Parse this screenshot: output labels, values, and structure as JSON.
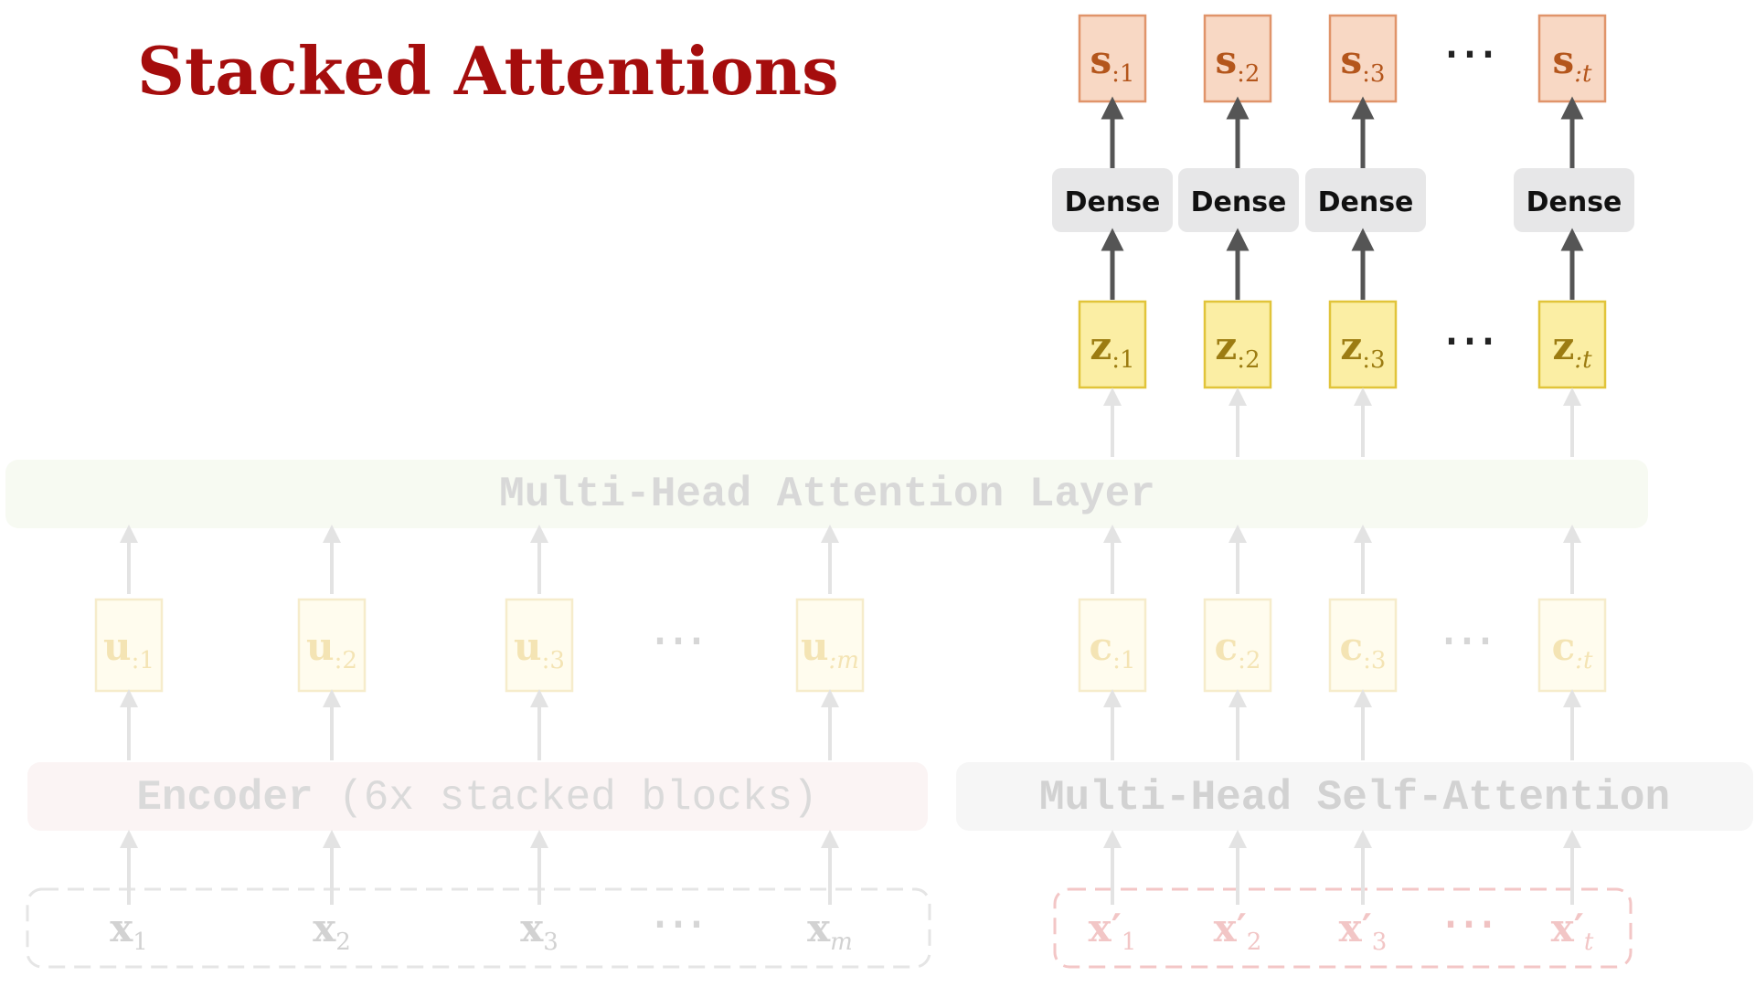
{
  "title": "Stacked Attentions",
  "colors": {
    "title": "#a50d0d",
    "s_fill": "#f8d8c4",
    "s_stroke": "#e0946a",
    "s_text": "#b4561c",
    "z_fill": "#fbeea4",
    "z_stroke": "#e1c43a",
    "z_text": "#9c7c12",
    "dense_fill": "#e7e7e8",
    "arrow_dark": "#555555",
    "arrow_faded": "#e3e3e3",
    "faded_text": "#d2d2d2",
    "faded_tok_cu": "#f4e4b4",
    "faded_tok_x2": "#f2c6c6"
  },
  "outputs": {
    "s": [
      {
        "letter": "s",
        "sub": ":1",
        "italic": false
      },
      {
        "letter": "s",
        "sub": ":2",
        "italic": false
      },
      {
        "letter": "s",
        "sub": ":3",
        "italic": false
      },
      {
        "letter": "s",
        "sub": ":t",
        "italic": true
      }
    ],
    "dense_label": "Dense",
    "z": [
      {
        "letter": "z",
        "sub": ":1",
        "italic": false
      },
      {
        "letter": "z",
        "sub": ":2",
        "italic": false
      },
      {
        "letter": "z",
        "sub": ":3",
        "italic": false
      },
      {
        "letter": "z",
        "sub": ":t",
        "italic": true
      }
    ],
    "ellipsis": "⋯"
  },
  "layers": {
    "attention_label": "Multi-Head Attention Layer",
    "encoder_bold": "Encoder",
    "encoder_rest": " (6x stacked blocks)",
    "self_attention_label": "Multi-Head Self-Attention"
  },
  "encoder_outputs": [
    {
      "letter": "u",
      "sub": ":1",
      "italic": false
    },
    {
      "letter": "u",
      "sub": ":2",
      "italic": false
    },
    {
      "letter": "u",
      "sub": ":3",
      "italic": false
    },
    {
      "letter": "u",
      "sub": ":m",
      "italic": true
    }
  ],
  "decoder_contexts": [
    {
      "letter": "c",
      "sub": ":1",
      "italic": false
    },
    {
      "letter": "c",
      "sub": ":2",
      "italic": false
    },
    {
      "letter": "c",
      "sub": ":3",
      "italic": false
    },
    {
      "letter": "c",
      "sub": ":t",
      "italic": true
    }
  ],
  "encoder_inputs": [
    {
      "letter": "x",
      "sub": "1",
      "italic": false
    },
    {
      "letter": "x",
      "sub": "2",
      "italic": false
    },
    {
      "letter": "x",
      "sub": "3",
      "italic": false
    },
    {
      "letter": "x",
      "sub": "m",
      "italic": true
    }
  ],
  "decoder_inputs": [
    {
      "letter": "x′",
      "sub": "1",
      "italic": false
    },
    {
      "letter": "x′",
      "sub": "2",
      "italic": false
    },
    {
      "letter": "x′",
      "sub": "3",
      "italic": false
    },
    {
      "letter": "x′",
      "sub": "t",
      "italic": true
    }
  ]
}
